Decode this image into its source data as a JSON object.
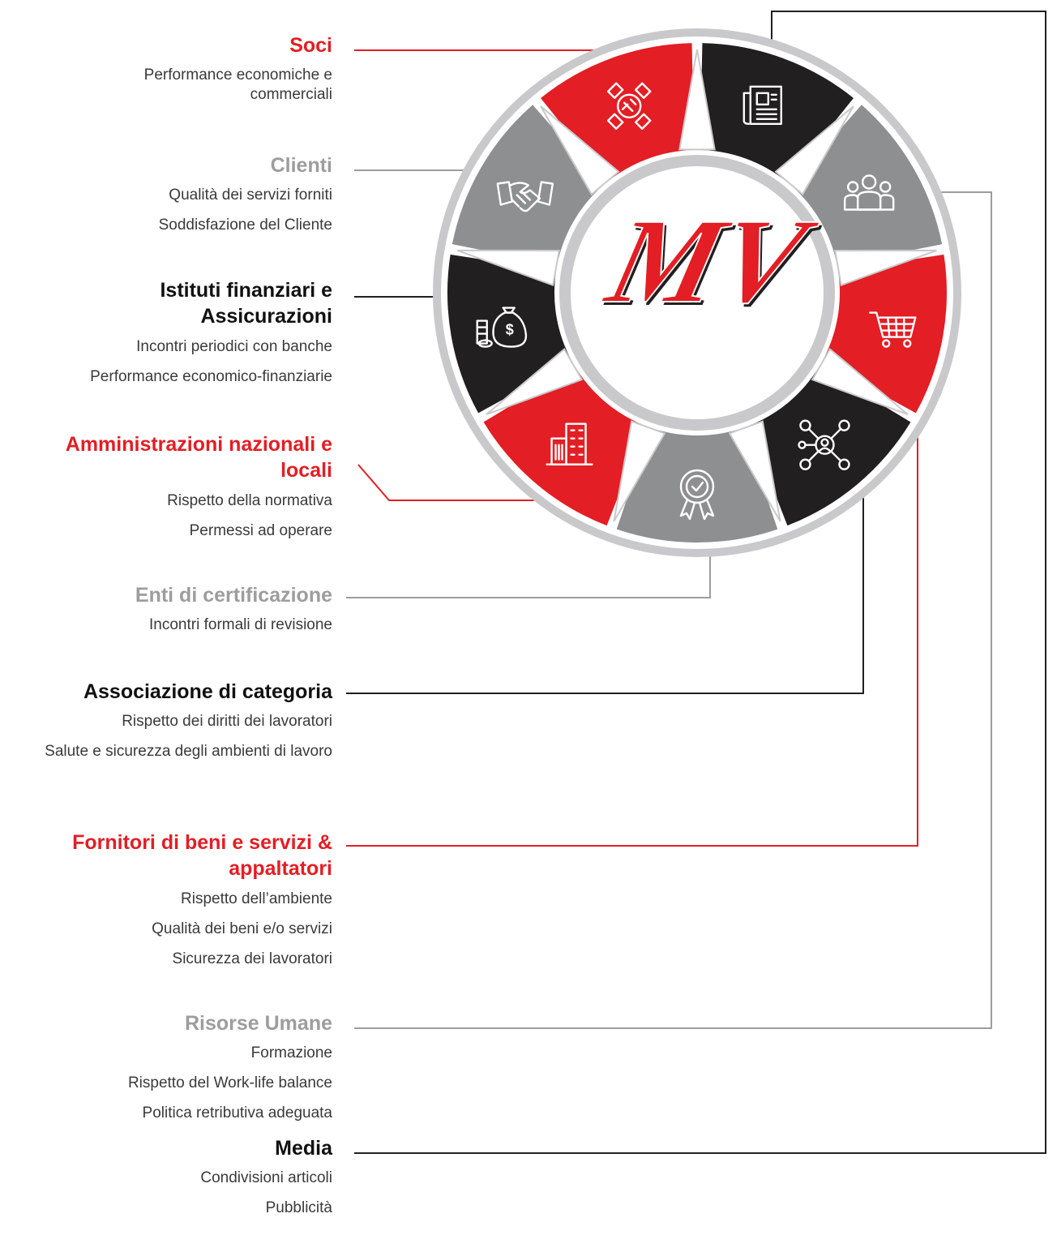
{
  "colors": {
    "red": "#e31e24",
    "gray": "#9d9d9d",
    "black": "#221f20",
    "ring": "#c9c9cb",
    "segment_gray": "#8e8f91"
  },
  "logo": {
    "text": "MV"
  },
  "stakeholders": [
    {
      "key": "soci",
      "title": "Soci",
      "color": "red",
      "icon": "handshake-circle-icon",
      "items": [
        "Performance economiche e commerciali"
      ]
    },
    {
      "key": "clienti",
      "title": "Clienti",
      "color": "gray",
      "icon": "handshake-icon",
      "items": [
        "Qualità dei servizi forniti",
        "Soddisfazione del Cliente"
      ]
    },
    {
      "key": "istituti",
      "title": "Istituti finanziari e Assicurazioni",
      "color": "black",
      "icon": "money-bag-icon",
      "items": [
        "Incontri periodici con banche",
        "Performance economico-finanziarie"
      ]
    },
    {
      "key": "amministrazioni",
      "title": "Amministrazioni nazionali e locali",
      "color": "red",
      "icon": "buildings-icon",
      "items": [
        "Rispetto della normativa",
        "Permessi ad operare"
      ]
    },
    {
      "key": "enti",
      "title": "Enti di certificazione",
      "color": "gray",
      "icon": "award-badge-icon",
      "items": [
        "Incontri formali di revisione"
      ]
    },
    {
      "key": "associazione",
      "title": "Associazione di categoria",
      "color": "black",
      "icon": "network-icon",
      "items": [
        "Rispetto dei diritti dei lavoratori",
        "Salute e sicurezza degli ambienti di lavoro"
      ]
    },
    {
      "key": "fornitori",
      "title": "Fornitori di beni e servizi & appaltatori",
      "color": "red",
      "icon": "shopping-cart-icon",
      "items": [
        "Rispetto dell’ambiente",
        "Qualità dei beni e/o servizi",
        "Sicurezza dei lavoratori"
      ]
    },
    {
      "key": "risorse",
      "title": "Risorse Umane",
      "color": "gray",
      "icon": "people-group-icon",
      "items": [
        "Formazione",
        "Rispetto del Work-life balance",
        "Politica retributiva adeguata"
      ]
    },
    {
      "key": "media",
      "title": "Media",
      "color": "black",
      "icon": "newspaper-icon",
      "items": [
        "Condivisioni articoli",
        "Pubblicità"
      ]
    }
  ]
}
